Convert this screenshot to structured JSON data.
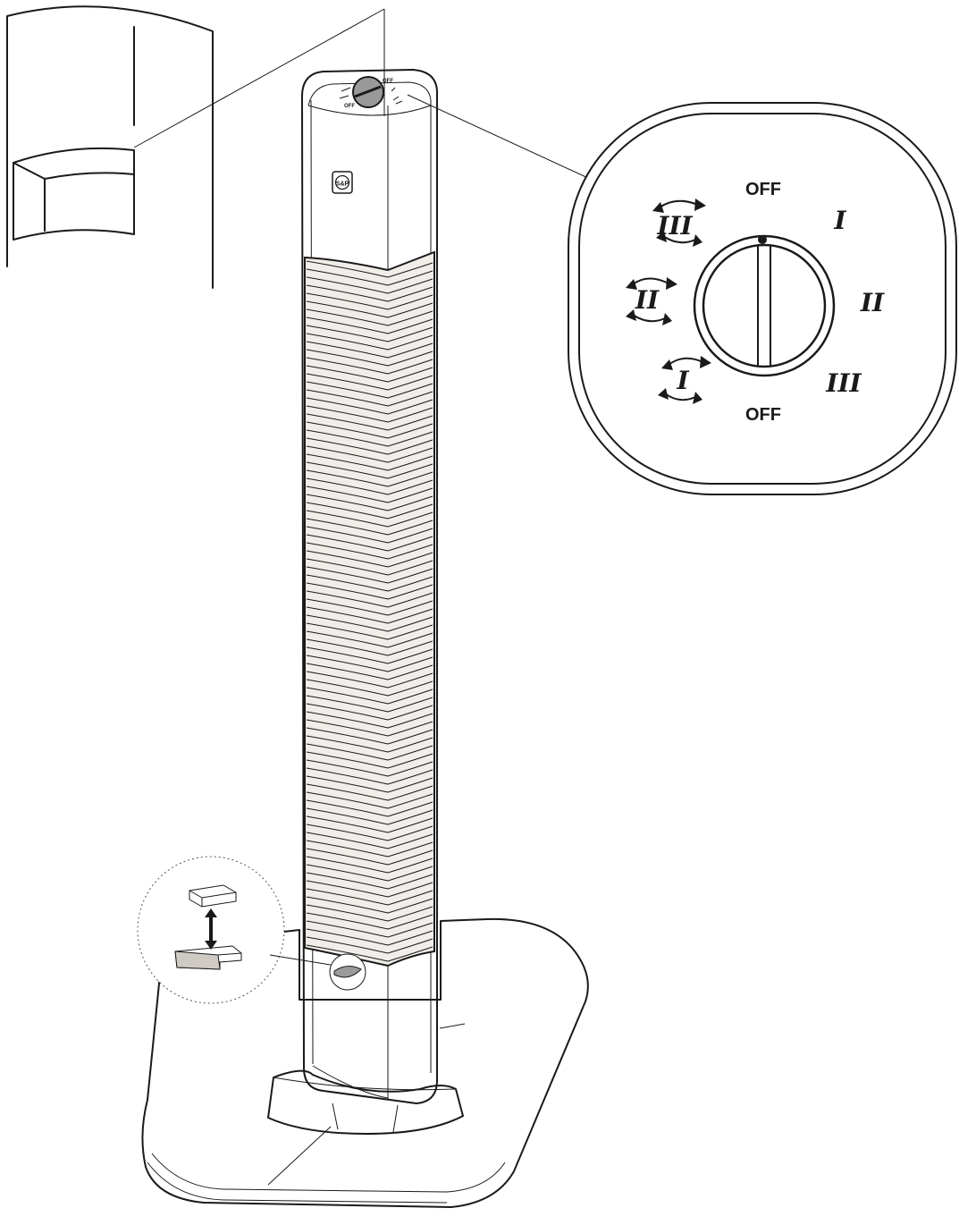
{
  "figure": {
    "dial_zoom": {
      "off_top_label": "OFF",
      "off_bottom_label": "OFF",
      "speed_labels": [
        "I",
        "II",
        "III"
      ],
      "oscillation_labels": [
        "III",
        "II",
        "I"
      ]
    },
    "top_dial": {
      "off_top_label": "OFF",
      "off_bottom_label": "OFF"
    },
    "brand_logo": {
      "text": "S&P"
    },
    "icons": [
      "rotate-arrows-icon",
      "double-arrow-icon"
    ],
    "colors": {
      "line": "#1a1a1a",
      "fill": "#ffffff",
      "grille": "#f1ede8",
      "knob": "#999999"
    }
  }
}
